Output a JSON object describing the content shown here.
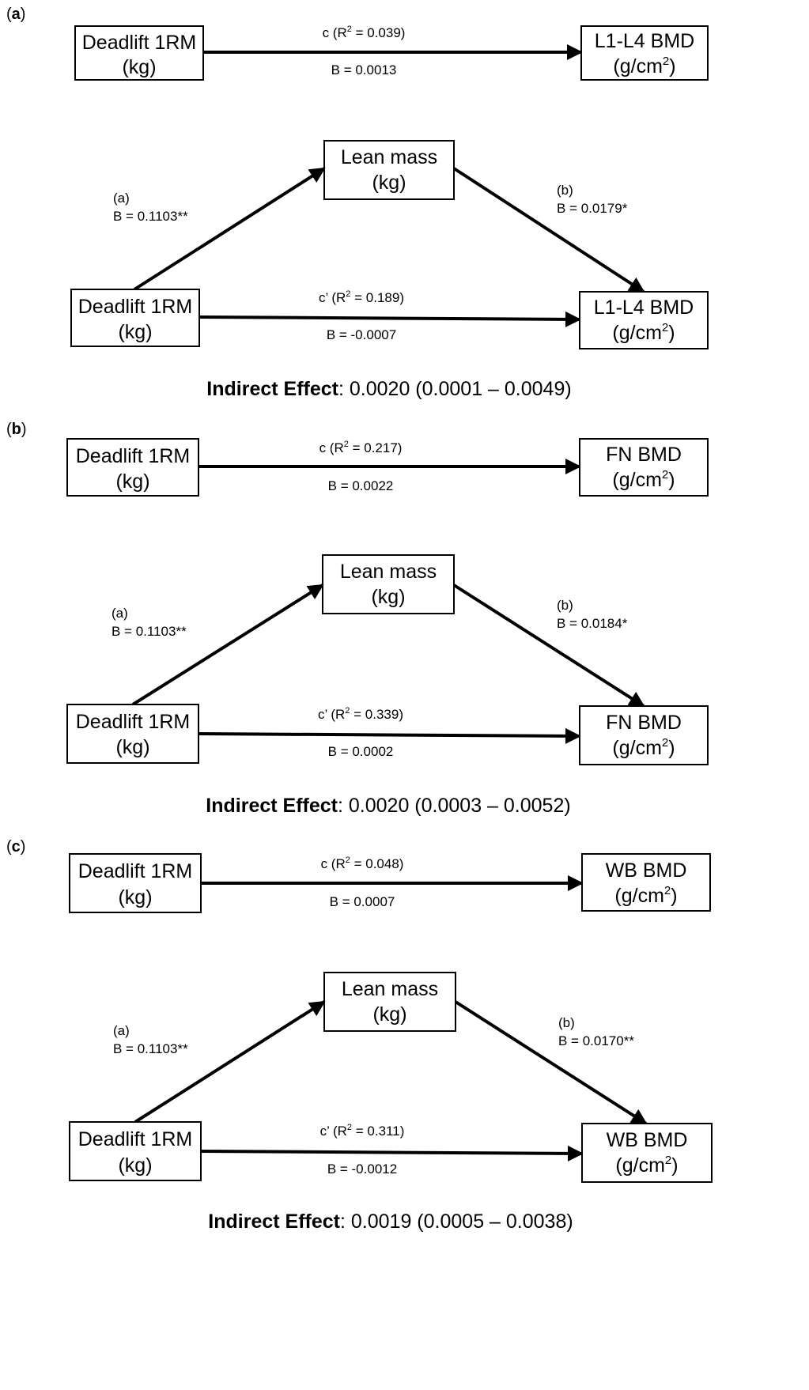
{
  "panels": [
    {
      "label_open": "(",
      "label_letter": "a",
      "label_close": ")",
      "total": {
        "x_line1": "Deadlift 1RM",
        "x_line2": "(kg)",
        "c_pre": "c (R",
        "c_sup": "2",
        "c_post": " = 0.039)",
        "b": "B = 0.0013",
        "y_line1": "L1-L4 BMD",
        "y_pre": "(g/cm",
        "y_sup": "2",
        "y_post": ")"
      },
      "mediation": {
        "m_line1": "Lean mass",
        "m_line2": "(kg)",
        "a_label": "(a)",
        "a_b": "B = 0.1103**",
        "b_label": "(b)",
        "b_b": "B = 0.0179*",
        "x_line1": "Deadlift 1RM",
        "x_line2": "(kg)",
        "cp_pre": "c’ (R",
        "cp_sup": "2",
        "cp_post": " = 0.189)",
        "cp_b": "B = -0.0007",
        "y_line1": "L1-L4 BMD",
        "y_pre": "(g/cm",
        "y_sup": "2",
        "y_post": ")"
      },
      "indirect_label": "Indirect Effect",
      "indirect_value": ": 0.0020 (0.0001 – 0.0049)"
    },
    {
      "label_open": "(",
      "label_letter": "b",
      "label_close": ")",
      "total": {
        "x_line1": "Deadlift 1RM",
        "x_line2": "(kg)",
        "c_pre": "c (R",
        "c_sup": "2",
        "c_post": " = 0.217)",
        "b": "B = 0.0022",
        "y_line1": "FN BMD",
        "y_pre": "(g/cm",
        "y_sup": "2",
        "y_post": ")"
      },
      "mediation": {
        "m_line1": "Lean mass",
        "m_line2": "(kg)",
        "a_label": "(a)",
        "a_b": "B = 0.1103**",
        "b_label": "(b)",
        "b_b": "B = 0.0184*",
        "x_line1": "Deadlift 1RM",
        "x_line2": "(kg)",
        "cp_pre": "c’ (R",
        "cp_sup": "2",
        "cp_post": " = 0.339)",
        "cp_b": "B = 0.0002",
        "y_line1": "FN BMD",
        "y_pre": "(g/cm",
        "y_sup": "2",
        "y_post": ")"
      },
      "indirect_label": "Indirect Effect",
      "indirect_value": ": 0.0020 (0.0003 – 0.0052)"
    },
    {
      "label_open": "(",
      "label_letter": "c",
      "label_close": ")",
      "total": {
        "x_line1": "Deadlift 1RM",
        "x_line2": "(kg)",
        "c_pre": "c (R",
        "c_sup": "2",
        "c_post": " = 0.048)",
        "b": "B = 0.0007",
        "y_line1": "WB BMD",
        "y_pre": "(g/cm",
        "y_sup": "2",
        "y_post": ")"
      },
      "mediation": {
        "m_line1": "Lean mass",
        "m_line2": "(kg)",
        "a_label": "(a)",
        "a_b": "B = 0.1103**",
        "b_label": "(b)",
        "b_b": "B = 0.0170**",
        "x_line1": "Deadlift 1RM",
        "x_line2": "(kg)",
        "cp_pre": "c’ (R",
        "cp_sup": "2",
        "cp_post": " = 0.311)",
        "cp_b": "B = -0.0012",
        "y_line1": "WB BMD",
        "y_pre": "(g/cm",
        "y_sup": "2",
        "y_post": ")"
      },
      "indirect_label": "Indirect Effect",
      "indirect_value": ": 0.0019 (0.0005 – 0.0038)"
    }
  ]
}
